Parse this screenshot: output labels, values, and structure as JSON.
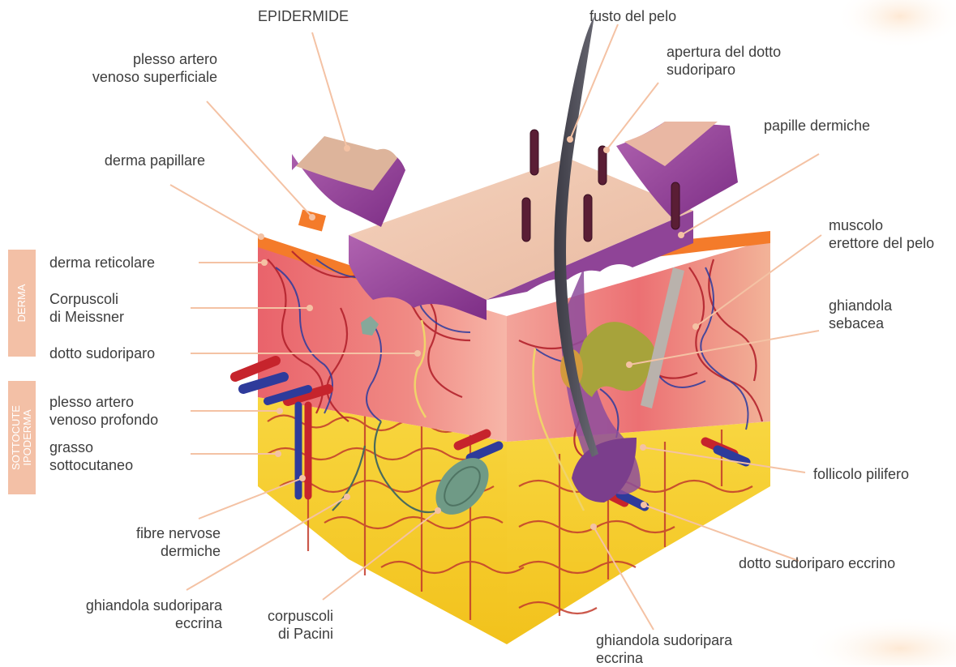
{
  "sections": {
    "derma": "DERMA",
    "sottocute": [
      "SOTTOCUTE",
      "IPODERMA"
    ]
  },
  "labels": {
    "epidermide": "EPIDERMIDE",
    "plesso_superficiale": [
      "plesso artero",
      "venoso superficiale"
    ],
    "derma_papillare": "derma papillare",
    "derma_reticolare": "derma reticolare",
    "meissner": [
      "Corpuscoli",
      "di Meissner"
    ],
    "dotto_sudoriparo": "dotto sudoriparo",
    "plesso_profondo": [
      "plesso artero",
      "venoso profondo"
    ],
    "grasso": [
      "grasso",
      "sottocutaneo"
    ],
    "fibre_nervose": [
      "fibre nervose",
      "dermiche"
    ],
    "ghiandola_sx": [
      "ghiandola sudoripara",
      "eccrina"
    ],
    "pacini": [
      "corpuscoli",
      "di Pacini"
    ],
    "fusto": "fusto del pelo",
    "apertura": [
      "apertura del dotto",
      "sudoriparo"
    ],
    "papille": "papille dermiche",
    "muscolo": [
      "muscolo",
      "erettore del pelo"
    ],
    "sebacea": [
      "ghiandola",
      "sebacea"
    ],
    "follicolo": "follicolo pilifero",
    "dotto_eccrino": "dotto sudoriparo eccrino",
    "ghiandola_dx": [
      "ghiandola sudoripara",
      "eccrina"
    ]
  },
  "colors": {
    "band": "#f3c0a6",
    "leader": "#f4c2a4",
    "text": "#3d3d3d"
  }
}
